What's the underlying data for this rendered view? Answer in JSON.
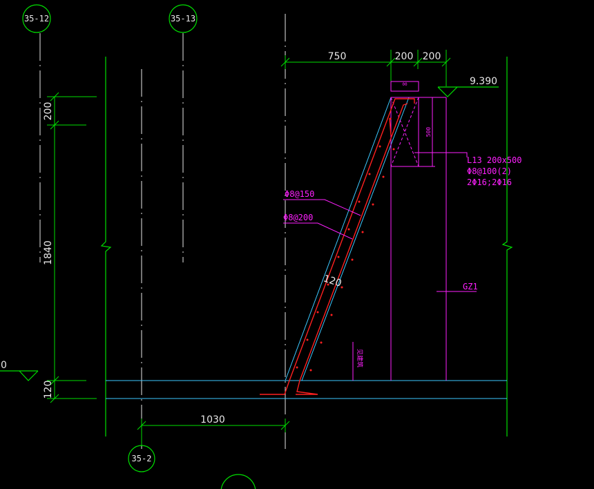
{
  "colors": {
    "background": "#000000",
    "green": "#00e000",
    "white": "#e8e8e8",
    "cyan": "#3cc8ff",
    "red": "#ff2020",
    "magenta": "#ff20ff"
  },
  "grid_bubbles": {
    "top_left": "35-12",
    "top_mid": "35-13",
    "bottom": "35-2"
  },
  "dimensions": {
    "top_750": "750",
    "top_200a": "200",
    "top_200b": "200",
    "left_200": "200",
    "left_1840": "1840",
    "left_120": "120",
    "bottom_1030": "1030",
    "beam_small_top": "00",
    "beam_500": "500"
  },
  "elevations": {
    "top": "9.390",
    "left_partial": "0"
  },
  "labels": {
    "beam_l13_line1": "L13 200x500",
    "beam_l13_line2": "Φ8@100(2)",
    "beam_l13_line3": "2Φ16;2Φ16",
    "rebar_150": "Φ8@150",
    "rebar_200": "Φ8@200",
    "slab_120": "120",
    "column": "GZ1",
    "note_vertical": "见建筑"
  }
}
